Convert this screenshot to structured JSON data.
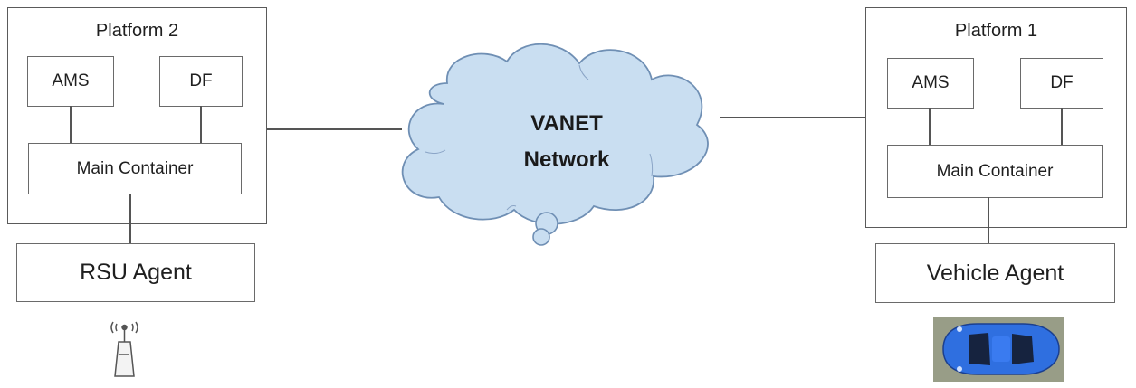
{
  "platform2": {
    "title": "Platform 2",
    "ams": "AMS",
    "df": "DF",
    "main_container": "Main Container",
    "agent": "RSU Agent"
  },
  "platform1": {
    "title": "Platform 1",
    "ams": "AMS",
    "df": "DF",
    "main_container": "Main Container",
    "agent": "Vehicle Agent"
  },
  "network": {
    "line1": "VANET",
    "line2": "Network"
  },
  "icons": {
    "rsu": "rsu-tower-icon",
    "vehicle": "car-icon",
    "network": "cloud-icon"
  },
  "colors": {
    "cloud_fill": "#c9def1",
    "cloud_stroke": "#6f8fb4",
    "car_body": "#2f6fe0",
    "car_bg": "#8a9078"
  }
}
